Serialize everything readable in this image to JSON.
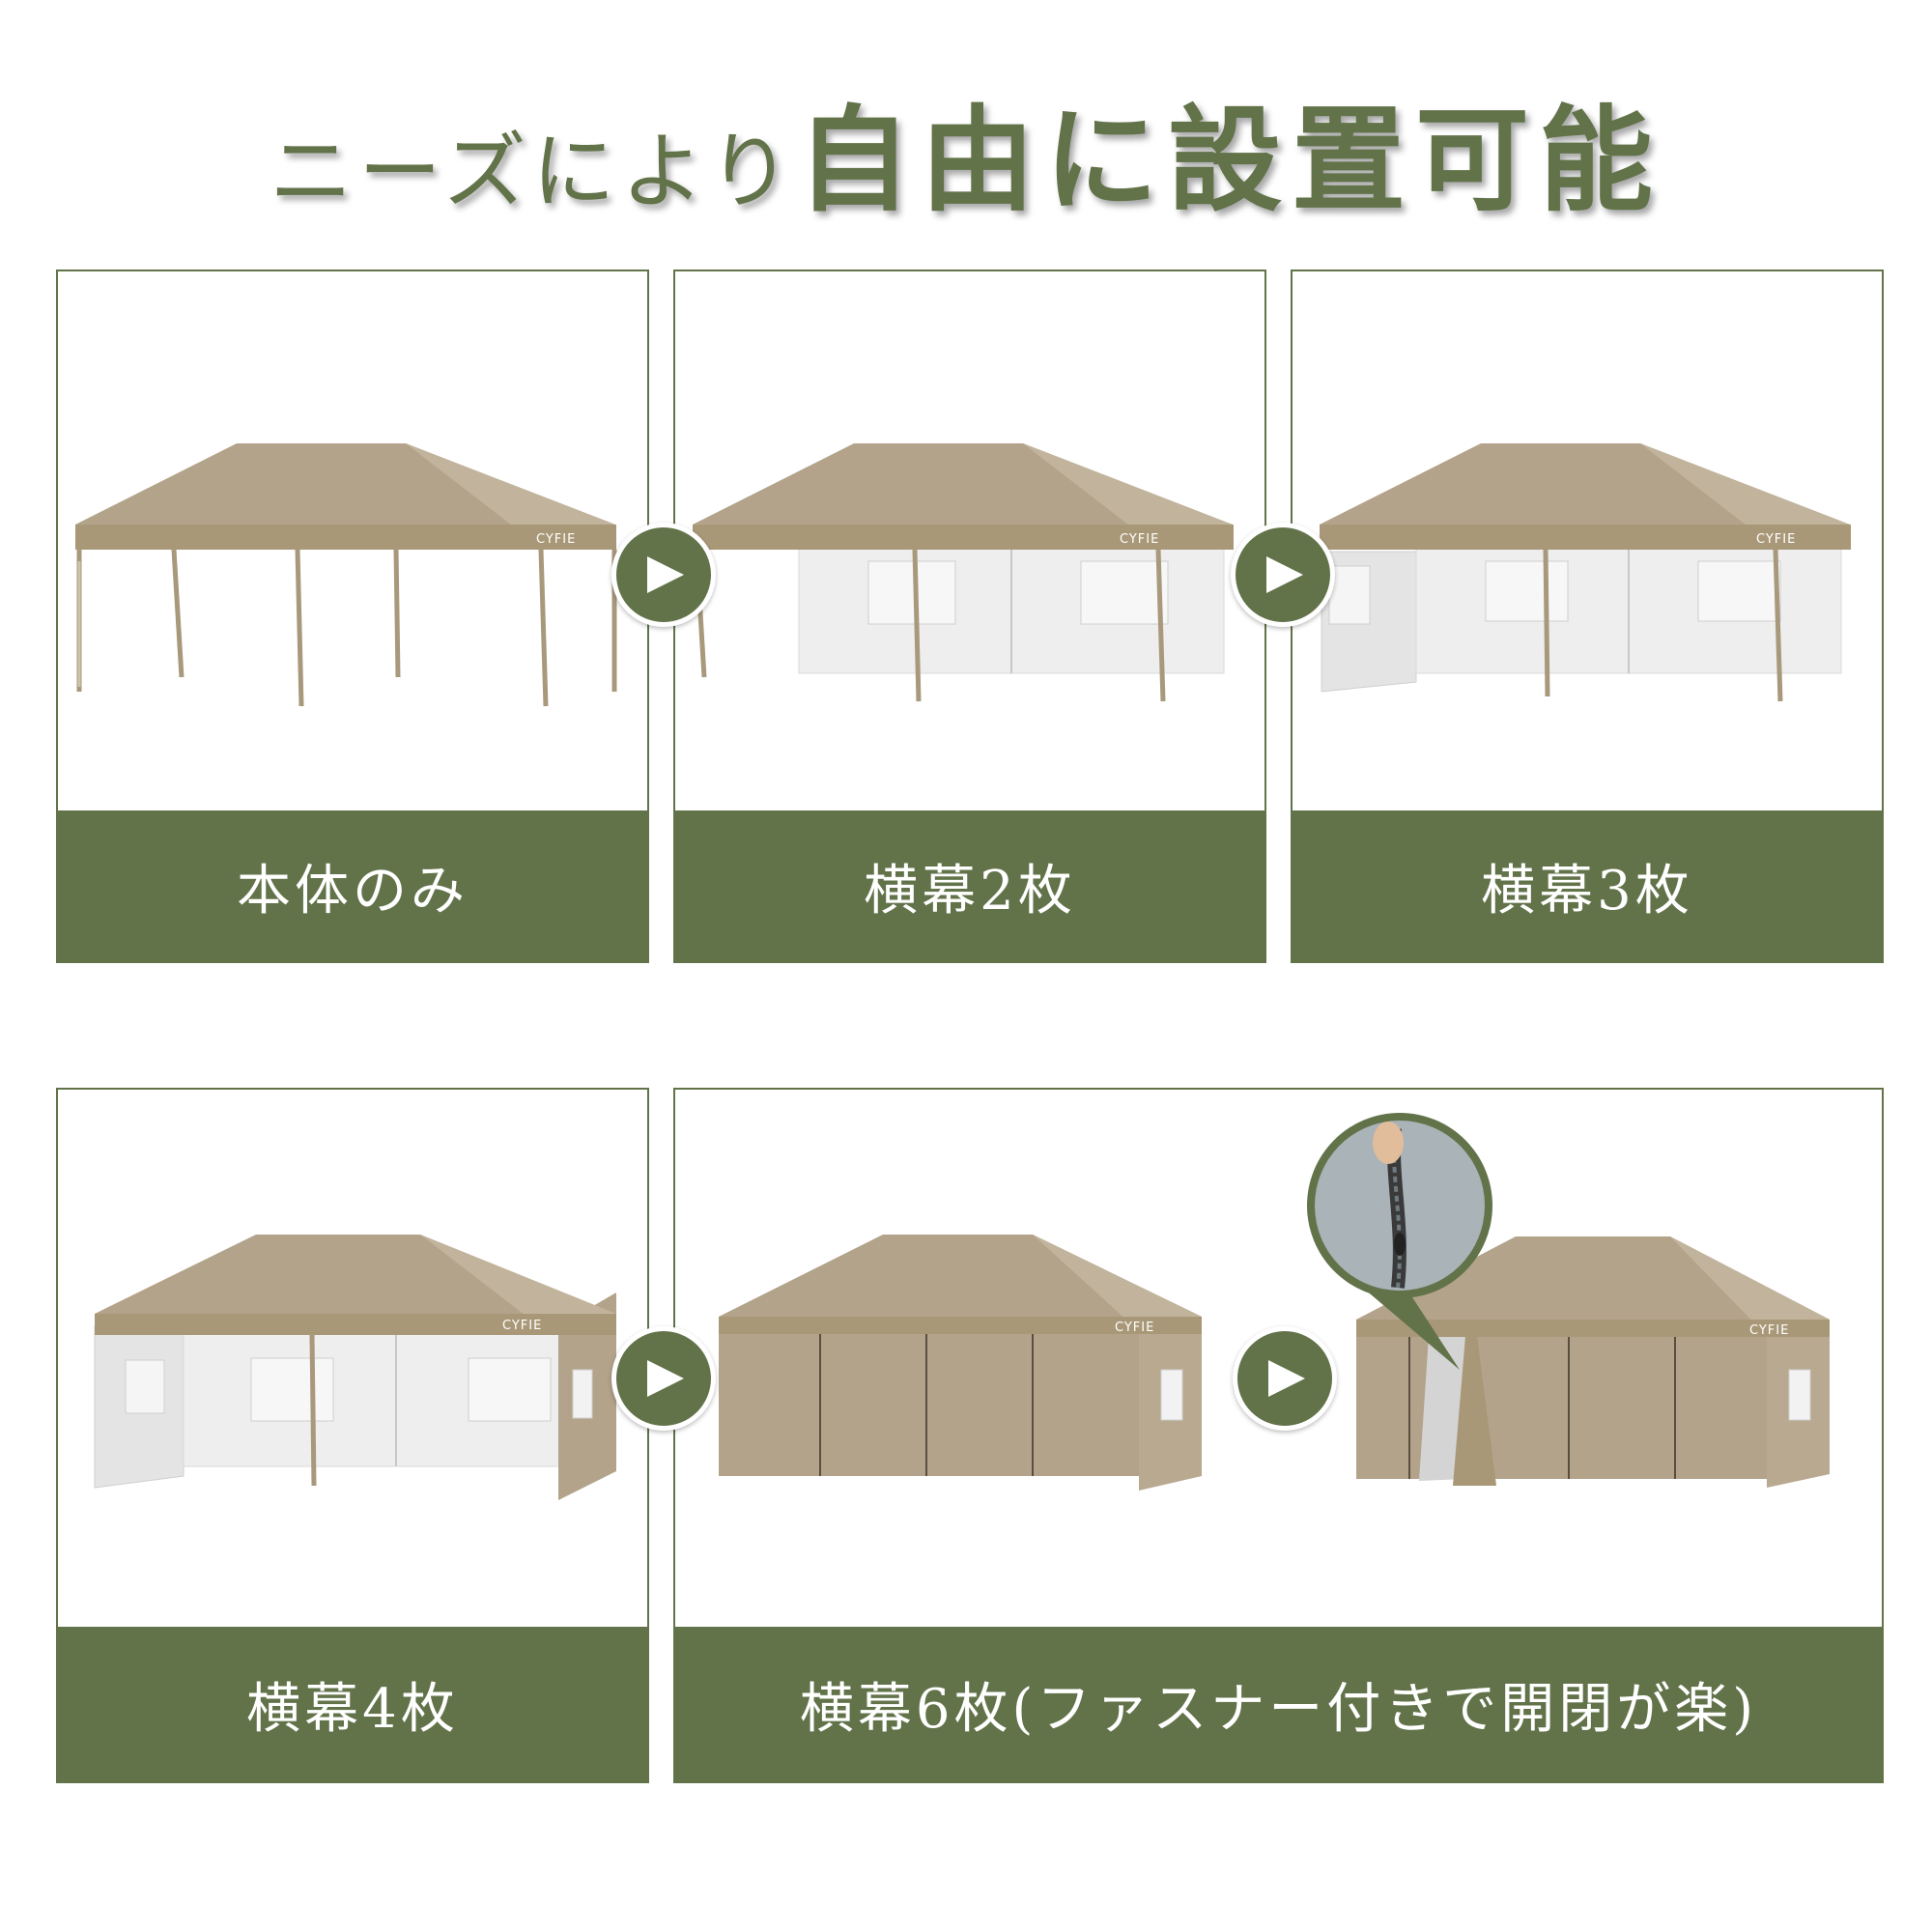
{
  "title": {
    "part1": "ニーズにより",
    "part2": "自由に設置可能"
  },
  "brand": "CYFIE",
  "colors": {
    "accent": "#62734a",
    "tent": "#b3a38a",
    "tent_light": "#c2b49c",
    "panel_border": "#62734a"
  },
  "panels": [
    {
      "id": "frame-only",
      "label": "本体のみ",
      "variant": "frame"
    },
    {
      "id": "two-walls",
      "label": "横幕2枚",
      "variant": "two-walls"
    },
    {
      "id": "three-walls",
      "label": "横幕3枚",
      "variant": "three-walls"
    },
    {
      "id": "four-walls",
      "label": "横幕4枚",
      "variant": "four-walls"
    },
    {
      "id": "six-walls",
      "label": "横幕6枚(ファスナー付きで開閉が楽)",
      "variant": "six-walls"
    }
  ],
  "icons": {
    "step_arrow": "play-arrow-icon",
    "zipper_detail": "zipper-closeup-icon"
  }
}
